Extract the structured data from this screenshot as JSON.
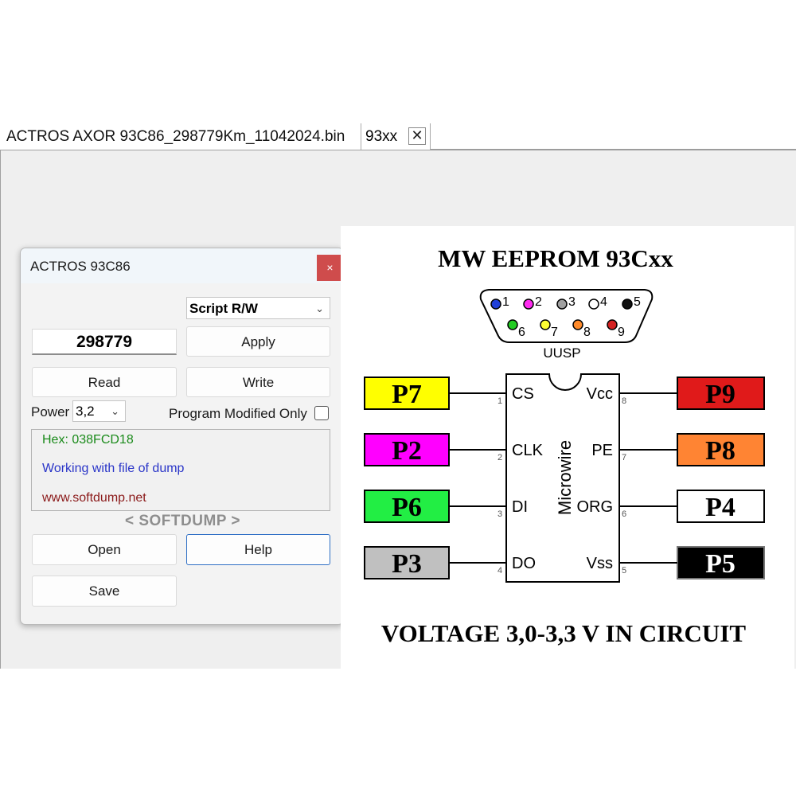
{
  "tabs": {
    "file_tab": "ACTROS  AXOR 93C86_298779Km_11042024.bin",
    "active_tab": "93xx",
    "close_glyph": "✕"
  },
  "dialog": {
    "title": "ACTROS 93C86",
    "close_glyph": "×",
    "mode_select": "Script R/W",
    "value_field": "298779",
    "apply_label": "Apply",
    "read_label": "Read",
    "write_label": "Write",
    "power_label": "Power",
    "power_value": "3,2",
    "program_modified_label": "Program Modified Only",
    "program_modified_checked": false,
    "hex_text": "Hex: 038FCD18",
    "status_text": "Working with file of dump",
    "website_text": "www.softdump.net",
    "brand_text": "< SOFTDUMP >",
    "open_label": "Open",
    "help_label": "Help",
    "save_label": "Save",
    "colors": {
      "hex": "#1a8a1a",
      "status": "#2a35c8",
      "website": "#8b1a1a",
      "close_bg": "#cf4c4c"
    }
  },
  "diagram": {
    "title": "MW EEPROM 93Cxx",
    "connector_label": "UUSP",
    "connector_pins_top": [
      {
        "n": "1",
        "color": "#1f3fd8"
      },
      {
        "n": "2",
        "color": "#ff2bf0"
      },
      {
        "n": "3",
        "color": "#a0a0a0"
      },
      {
        "n": "4",
        "color": "#ffffff"
      },
      {
        "n": "5",
        "color": "#111111"
      }
    ],
    "connector_pins_bottom": [
      {
        "n": "6",
        "color": "#22cc22"
      },
      {
        "n": "7",
        "color": "#ffff33"
      },
      {
        "n": "8",
        "color": "#ff8a2a"
      },
      {
        "n": "9",
        "color": "#d42121"
      }
    ],
    "chip_label": "Microwire",
    "left_pins": [
      {
        "probe": "P7",
        "pin": "CS",
        "num": "1",
        "fill": "#ffff00",
        "text": "#000000"
      },
      {
        "probe": "P2",
        "pin": "CLK",
        "num": "2",
        "fill": "#ff00ff",
        "text": "#000000"
      },
      {
        "probe": "P6",
        "pin": "DI",
        "num": "3",
        "fill": "#22ee44",
        "text": "#000000"
      },
      {
        "probe": "P3",
        "pin": "DO",
        "num": "4",
        "fill": "#c0c0c0",
        "text": "#000000"
      }
    ],
    "right_pins": [
      {
        "probe": "P9",
        "pin": "Vcc",
        "num": "8",
        "fill": "#e01a1a",
        "text": "#000000"
      },
      {
        "probe": "P8",
        "pin": "PE",
        "num": "7",
        "fill": "#ff8433",
        "text": "#000000"
      },
      {
        "probe": "P4",
        "pin": "ORG",
        "num": "6",
        "fill": "#ffffff",
        "text": "#000000"
      },
      {
        "probe": "P5",
        "pin": "Vss",
        "num": "5",
        "fill": "#000000",
        "text": "#ffffff"
      }
    ],
    "footer": "VOLTAGE 3,0-3,3 V IN CIRCUIT"
  }
}
